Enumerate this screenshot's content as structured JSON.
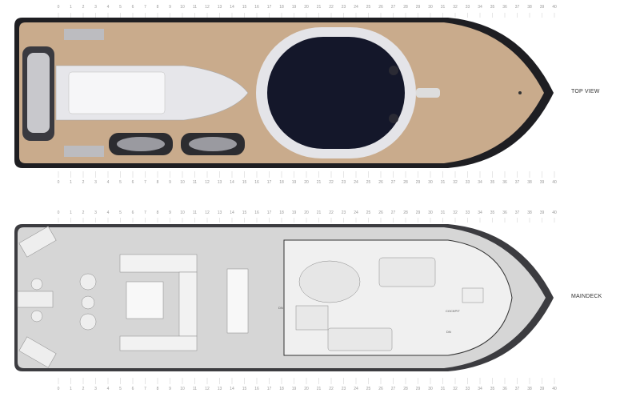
{
  "views": {
    "top": {
      "label": "TOP VIEW"
    },
    "maindeck": {
      "label": "MAINDECK",
      "cockpit_label": "COCKPIT",
      "stairs_labels": [
        "DN",
        "DN"
      ]
    }
  },
  "frames": [
    0,
    1,
    2,
    3,
    4,
    5,
    6,
    7,
    8,
    9,
    10,
    11,
    12,
    13,
    14,
    15,
    16,
    17,
    18,
    19,
    20,
    21,
    22,
    23,
    24,
    25,
    26,
    27,
    28,
    29,
    30,
    31,
    32,
    33,
    34,
    35,
    36,
    37,
    38,
    39,
    40
  ],
  "colors": {
    "hull": "#1e1e22",
    "deck_teak": "#c9ab8c",
    "superstructure": "#f2f2f4",
    "roof": "#14172a",
    "maindeck_floor": "#d6d6d6"
  }
}
